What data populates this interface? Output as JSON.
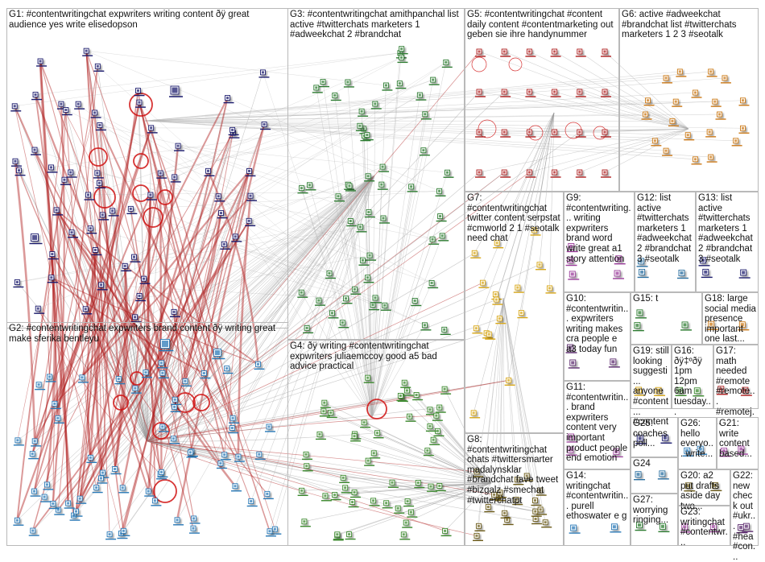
{
  "groups": [
    {
      "id": "G1",
      "label": "G1: #contentwritingchat expwriters writing content ðÿ great audience yes write elisedopson",
      "color": "#1c1c6e",
      "nodes": 58
    },
    {
      "id": "G2",
      "label": "G2: #contentwritingchat expwriters brand content ðÿ writing great make sferika bentleyu",
      "color": "#2a7ab8",
      "nodes": 62
    },
    {
      "id": "G3",
      "label": "G3: #contentwritingchat amithpanchal list active #twitterchats marketers 1 #adweekchat 2 #brandchat",
      "color": "#2e7d32",
      "nodes": 56
    },
    {
      "id": "G4",
      "label": "G4: ðÿ writing #contentwritingchat expwriters juliaemccoy good a5 bad advice practical",
      "color": "#3c8a2e",
      "nodes": 50
    },
    {
      "id": "G5",
      "label": "G5: #contentwritingchat #content daily content #contentmarketing out geben sie ihre handynummer",
      "color": "#b02020",
      "nodes": 24
    },
    {
      "id": "G6",
      "label": "G6: active #adweekchat #brandchat list #twitterchats marketers 1 2 3 #seotalk",
      "color": "#cc7a18",
      "nodes": 20
    },
    {
      "id": "G7",
      "label": "G7: #contentwritingchat twitter content serpstat #cmworld 2 1 #seotalk need chat",
      "color": "#d8a718",
      "nodes": 16
    },
    {
      "id": "G8",
      "label": "G8: #contentwritingchat chats #twittersmarter madalynsklar #brandchat fave tweet #bizgalz #smechat #twitterchatpt",
      "color": "#6d5c1a",
      "nodes": 18
    },
    {
      "id": "G9",
      "label": "G9: #contentwriting... writing expwriters brand word write great a1 story attention",
      "color": "#9b3c9b",
      "nodes": 5
    },
    {
      "id": "G10",
      "label": "G10: #contentwritin... expwriters writing makes cra people e a3 today fun",
      "color": "#5b2a6e",
      "nodes": 3
    },
    {
      "id": "G11",
      "label": "G11: #contentwritin... brand expwriters content very important product people end emotion",
      "color": "#a04aa0",
      "nodes": 3
    },
    {
      "id": "G12",
      "label": "G12: list active #twitterchats marketers 1 #adweekchat 2 #brandchat 3 #seotalk",
      "color": "#2a6fa0",
      "nodes": 3
    },
    {
      "id": "G13",
      "label": "G13: list active #twitterchats marketers 1 #adweekchat 2 #brandchat 3 #seotalk",
      "color": "#1c1c6e",
      "nodes": 3
    },
    {
      "id": "G14",
      "label": "G14: writingchat #contentwritin... purell ethoswater e g",
      "color": "#2a7ab8",
      "nodes": 2
    },
    {
      "id": "G15",
      "label": "G15: t",
      "color": "#2e7d32",
      "nodes": 3
    },
    {
      "id": "G16",
      "label": "G16: ðÿ‡ºðÿ 1pm 12pm 6am tuesday...",
      "color": "#3c8a2e",
      "nodes": 2
    },
    {
      "id": "G17",
      "label": "G17: math needed #remote #remote... #remotej...",
      "color": "#b02020",
      "nodes": 2
    },
    {
      "id": "G18",
      "label": "G18: large social media presence important one last...",
      "color": "#cc7a18",
      "nodes": 2
    },
    {
      "id": "G19",
      "label": "G19: still looking suggesti... anyone #content... #content...",
      "color": "#d8a718",
      "nodes": 2
    },
    {
      "id": "G20",
      "label": "G20: a2 put drafts aside day two...",
      "color": "#6d5c1a",
      "nodes": 2
    },
    {
      "id": "G21",
      "label": "G21: write content based...",
      "color": "#9b3c9b",
      "nodes": 2
    },
    {
      "id": "G22",
      "label": "G22: new check out #ukr... #hea #con...",
      "color": "#5b2a6e",
      "nodes": 2
    },
    {
      "id": "G23",
      "label": "G23: writingchat #contentwr...",
      "color": "#a04aa0",
      "nodes": 2
    },
    {
      "id": "G24",
      "label": "G24",
      "color": "#2a6fa0",
      "nodes": 2
    },
    {
      "id": "G25",
      "label": "G25: coaches poll...",
      "color": "#1c1c6e",
      "nodes": 2
    },
    {
      "id": "G26",
      "label": "G26: hello everyo... write...",
      "color": "#2a7ab8",
      "nodes": 2
    },
    {
      "id": "G27",
      "label": "G27: worrying ringing...",
      "color": "#2e7d32",
      "nodes": 2
    }
  ]
}
